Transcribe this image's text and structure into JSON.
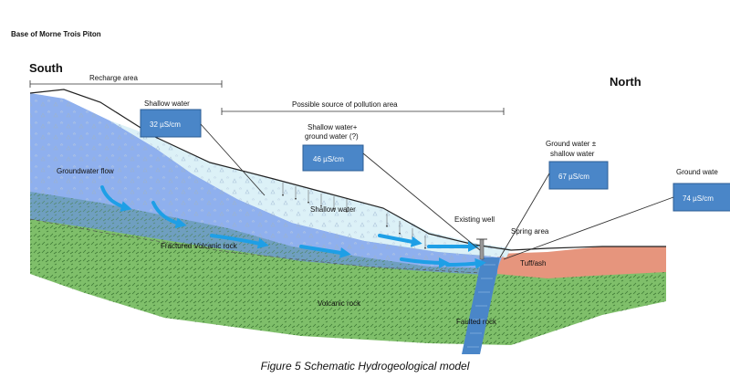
{
  "diagram": {
    "header": "Base of Morne Trois Piton",
    "direction_left": "South",
    "direction_right": "North",
    "recharge_label": "Recharge area",
    "pollution_label": "Possible source of pollution area",
    "layers": {
      "groundwater_flow": "Groundwater flow",
      "shallow_water": "Shallow water",
      "fractured_rock": "Fractured Volcanic rock",
      "volcanic_rock": "Volcanic rock",
      "faulted_rock": "Faulted rock",
      "tuff": "Tuff/ash",
      "existing_well": "Existing well",
      "spring_area": "Spring area"
    },
    "callouts": [
      {
        "title": "Shallow water",
        "value": "32 µS/cm"
      },
      {
        "title_line1": "Shallow water+",
        "title_line2": "ground water (?)",
        "value": "46 µS/cm"
      },
      {
        "title_line1": "Ground water ±",
        "title_line2": "shallow water",
        "value": "67 µS/cm"
      },
      {
        "title": "Ground wate",
        "value": "74 µS/cm"
      }
    ],
    "colors": {
      "volcanic_rock": "#7fbf6a",
      "fractured_rock": "#6f9fc0",
      "groundwater_zone": "#8fb0ee",
      "shallow_water_zone": "#dcf1f7",
      "tuff": "#e6957d",
      "callout_box": "#4a86c8",
      "flow_arrow": "#1e9fe6"
    }
  },
  "caption": "Figure 5 Schematic Hydrogeological model"
}
